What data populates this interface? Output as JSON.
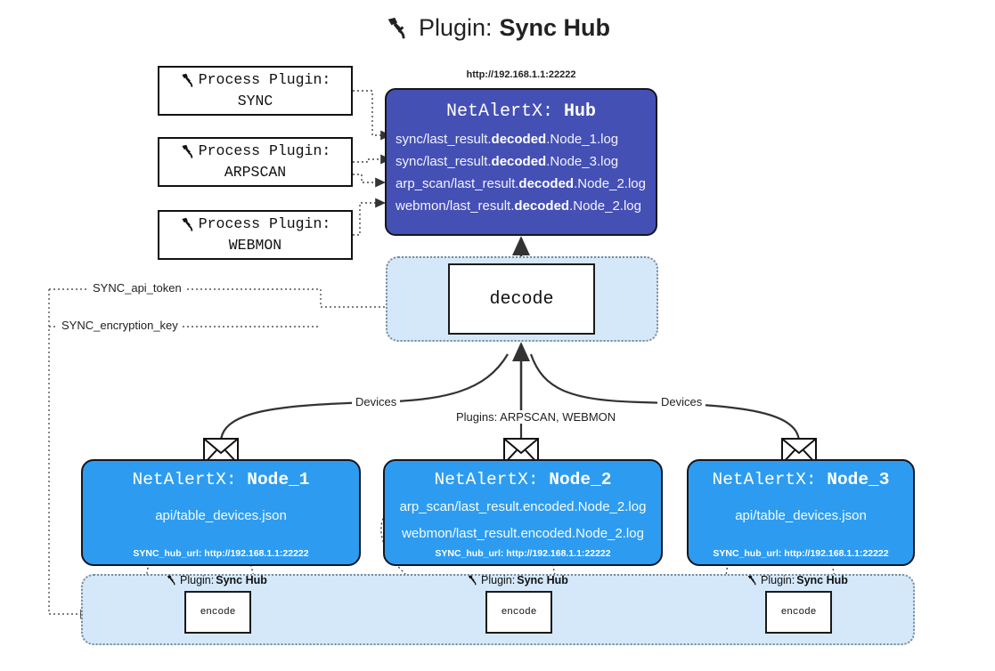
{
  "title": {
    "icon": "plug-icon",
    "prefix": "Plugin:",
    "name": "Sync Hub"
  },
  "process_plugins": [
    {
      "icon": "plug-icon",
      "line1": "Process Plugin:",
      "line2": "SYNC"
    },
    {
      "icon": "plug-icon",
      "line1": "Process Plugin:",
      "line2": "ARPSCAN"
    },
    {
      "icon": "plug-icon",
      "line1": "Process Plugin:",
      "line2": "WEBMON"
    }
  ],
  "hub": {
    "url": "http://192.168.1.1:22222",
    "title_prefix": "NetAlertX: ",
    "title_name": "Hub",
    "logs": [
      {
        "pre": "sync/last_result.",
        "mid": "decoded",
        "post": ".Node_1.log"
      },
      {
        "pre": "sync/last_result.",
        "mid": "decoded",
        "post": ".Node_3.log"
      },
      {
        "pre": "arp_scan/last_result.",
        "mid": "decoded",
        "post": ".Node_2.log"
      },
      {
        "pre": "webmon/last_result.",
        "mid": "decoded",
        "post": ".Node_2.log"
      }
    ]
  },
  "decode": {
    "label": "decode"
  },
  "secrets": [
    {
      "label": "SYNC_api_token"
    },
    {
      "label": "SYNC_encryption_key"
    }
  ],
  "edge_labels": {
    "devices_left": "Devices",
    "devices_right": "Devices",
    "plugins_center": "Plugins: ARPSCAN, WEBMON"
  },
  "nodes": [
    {
      "icon": "envelope-icon",
      "title_prefix": "NetAlertX: ",
      "title_name": "Node_1",
      "lines": [
        "api/table_devices.json"
      ],
      "footer": "SYNC_hub_url: http://192.168.1.1:22222"
    },
    {
      "icon": "envelope-icon",
      "title_prefix": "NetAlertX: ",
      "title_name": "Node_2",
      "lines": [
        "arp_scan/last_result.encoded.Node_2.log",
        "webmon/last_result.encoded.Node_2.log"
      ],
      "footer": "SYNC_hub_url: http://192.168.1.1:22222"
    },
    {
      "icon": "envelope-icon",
      "title_prefix": "NetAlertX: ",
      "title_name": "Node_3",
      "lines": [
        "api/table_devices.json"
      ],
      "footer": "SYNC_hub_url: http://192.168.1.1:22222"
    }
  ],
  "encoders": [
    {
      "icon": "plug-icon",
      "caption_prefix": "Plugin:",
      "caption_name": "Sync Hub",
      "label": "encode"
    },
    {
      "icon": "plug-icon",
      "caption_prefix": "Plugin:",
      "caption_name": "Sync Hub",
      "label": "encode"
    },
    {
      "icon": "plug-icon",
      "caption_prefix": "Plugin:",
      "caption_name": "Sync Hub",
      "label": "encode"
    }
  ],
  "colors": {
    "hub_fill": "#4550b5",
    "node_fill": "#2d9cf0",
    "zone_fill": "#d5e8f9",
    "stroke": "#14161f",
    "background": "#ffffff"
  }
}
